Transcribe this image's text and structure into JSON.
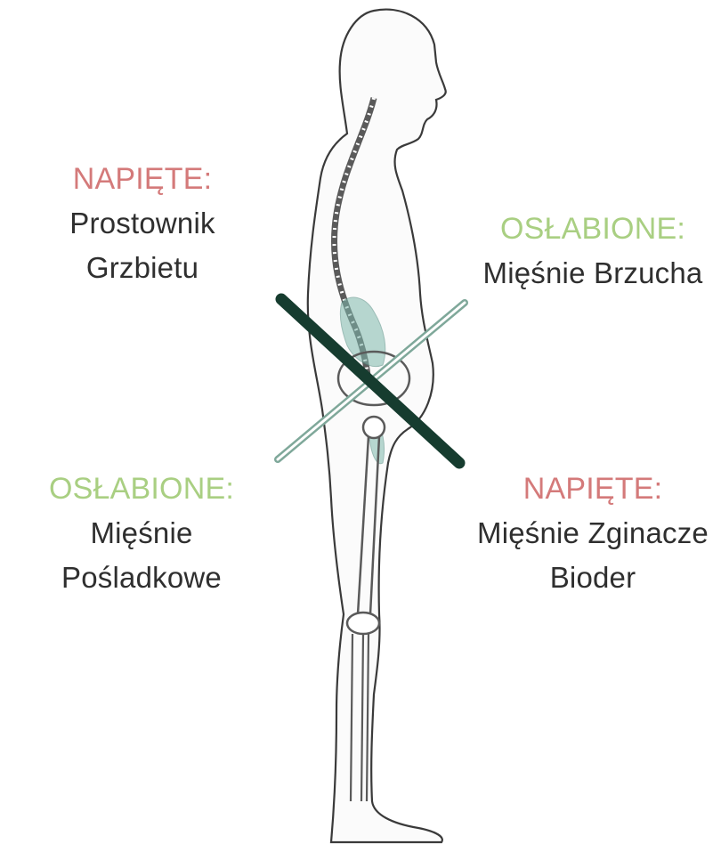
{
  "labels": {
    "top_left": {
      "status": "NAPIĘTE:",
      "line1": "Prostownik",
      "line2": "Grzbietu"
    },
    "top_right": {
      "status": "OSŁABIONE:",
      "line1": "Mięśnie Brzucha",
      "line2": ""
    },
    "bottom_left": {
      "status": "OSŁABIONE:",
      "line1": "Mięśnie",
      "line2": "Pośladkowe"
    },
    "bottom_right": {
      "status": "NAPIĘTE:",
      "line1": "Mięśnie Zginacze",
      "line2": "Bioder"
    }
  },
  "colors": {
    "tight": "#d47a7a",
    "weakened": "#a9cf82",
    "tight_line": "#163c2f",
    "weak_line": "#7fa89a",
    "muscle_tint": "#7fb8ac",
    "outline": "#3a3a3a"
  }
}
